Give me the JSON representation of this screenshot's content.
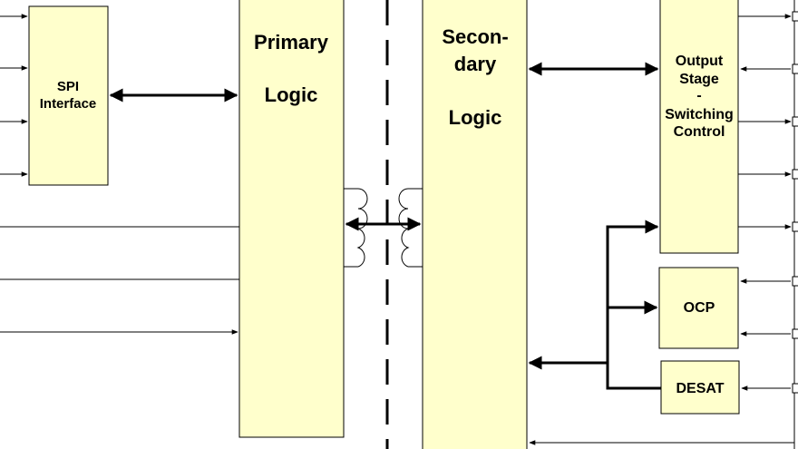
{
  "blocks": {
    "spi": {
      "line1": "SPI",
      "line2": "Interface"
    },
    "primary": {
      "line1": "Primary",
      "line2": "Logic"
    },
    "secondary": {
      "line1": "Secon-",
      "line2": "dary",
      "line3": "Logic"
    },
    "output_stage": {
      "line1": "Output",
      "line2": "Stage",
      "line3": "-",
      "line4": "Switching",
      "line5": "Control"
    },
    "ocp": {
      "label": "OCP"
    },
    "desat": {
      "label": "DESAT"
    }
  },
  "colors": {
    "block_fill": "#ffffcc",
    "line": "#000000",
    "background": "#ffffff"
  }
}
